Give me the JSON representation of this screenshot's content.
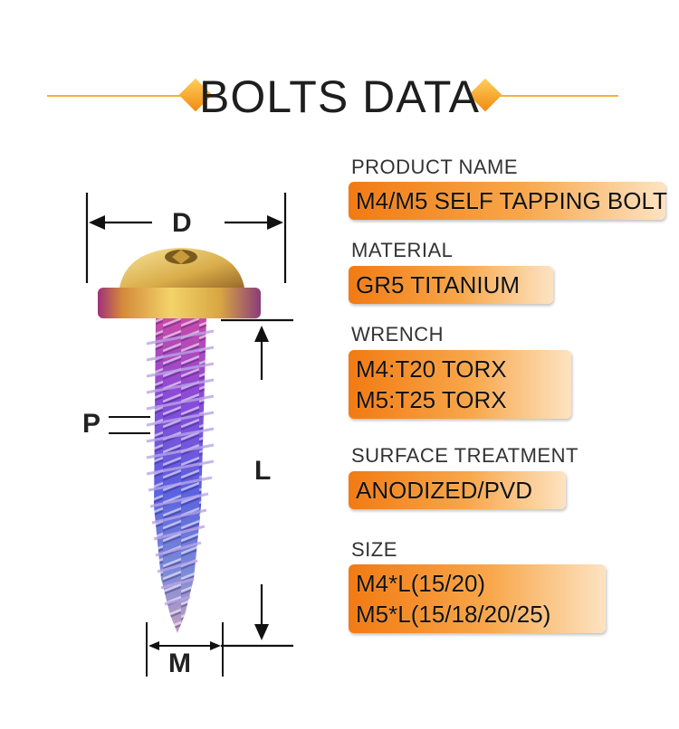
{
  "header": {
    "title": "BOLTS DATA"
  },
  "dimensions": {
    "d": "D",
    "p": "P",
    "l": "L",
    "m": "M"
  },
  "specs": [
    {
      "label": "PRODUCT NAME",
      "values": [
        "M4/M5 SELF TAPPING BOLT"
      ]
    },
    {
      "label": "MATERIAL",
      "values": [
        "GR5 TITANIUM"
      ]
    },
    {
      "label": "WRENCH",
      "values": [
        "M4:T20 TORX",
        "M5:T25 TORX"
      ]
    },
    {
      "label": "SURFACE TREATMENT",
      "values": [
        "ANODIZED/PVD"
      ]
    },
    {
      "label": "SIZE",
      "values": [
        "M4*L(15/20)",
        "M5*L(15/18/20/25)"
      ]
    }
  ],
  "colors": {
    "accent": "#f08a12",
    "header_line": "#f1b43a"
  }
}
